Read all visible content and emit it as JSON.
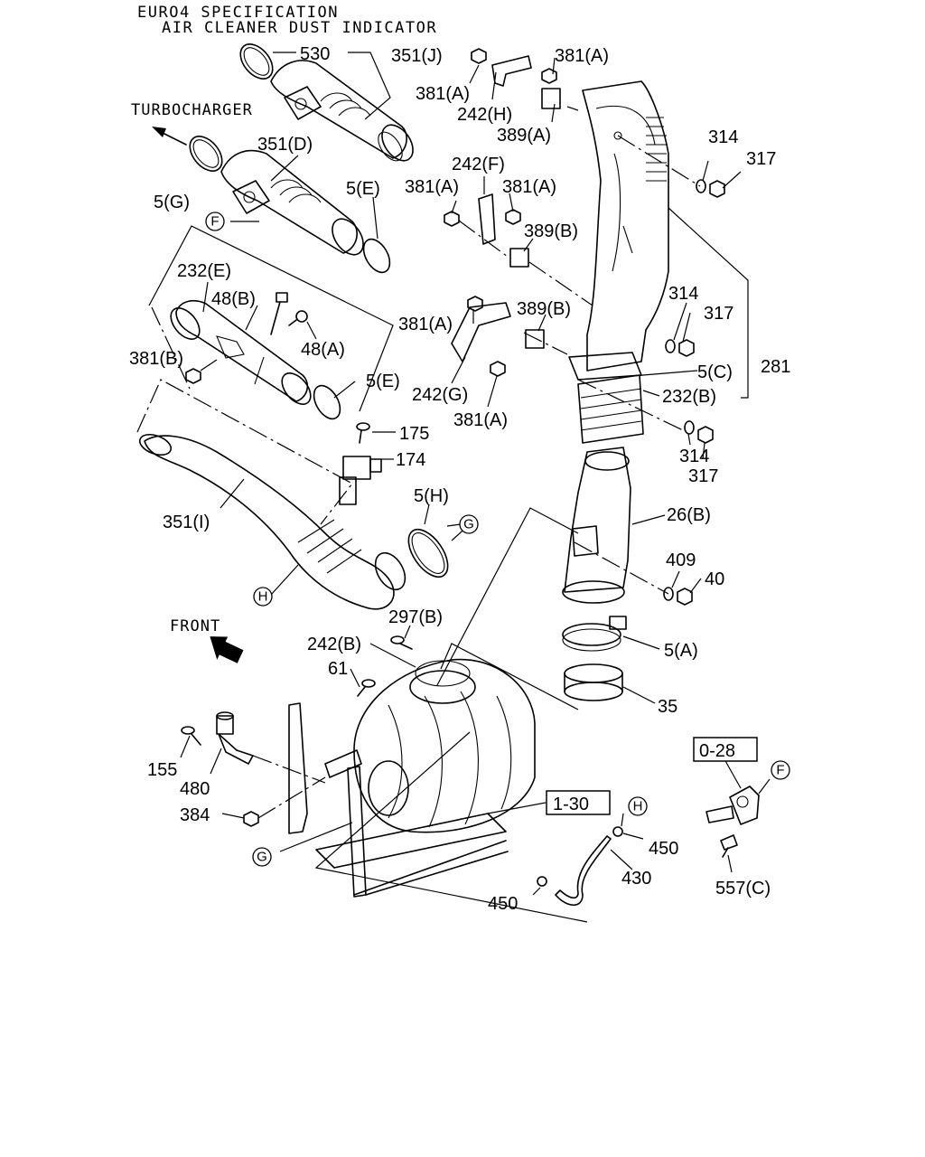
{
  "header": {
    "line1": "EURO4 SPECIFICATION",
    "line2": "AIR CLEANER DUST INDICATOR"
  },
  "notes": {
    "turbocharger": "TURBOCHARGER",
    "front": "FRONT"
  },
  "callouts": [
    "530",
    "351(J)",
    "381(A)",
    "381(A)",
    "242(H)",
    "389(A)",
    "314",
    "317",
    "351(D)",
    "5(G)",
    "5(E)",
    "242(F)",
    "381(A)",
    "381(A)",
    "389(B)",
    "232(E)",
    "48(B)",
    "48(A)",
    "381(B)",
    "5(E)",
    "314",
    "317",
    "381(A)",
    "389(B)",
    "242(G)",
    "381(A)",
    "5(C)",
    "281",
    "232(B)",
    "314",
    "317",
    "175",
    "174",
    "351(I)",
    "5(H)",
    "26(B)",
    "409",
    "40",
    "297(B)",
    "242(B)",
    "5(A)",
    "61",
    "35",
    "155",
    "480",
    "384",
    "450",
    "430",
    "450",
    "557(C)"
  ],
  "circle_refs": [
    "F",
    "G",
    "H",
    "G",
    "F",
    "H"
  ],
  "ref_boxes": [
    "0-28",
    "1-30"
  ],
  "icons": [
    "front-arrow-icon",
    "turbocharger-arrow-icon"
  ]
}
